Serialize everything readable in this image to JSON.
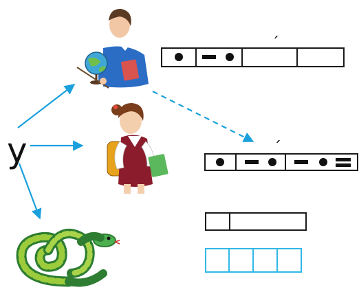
{
  "letter": "у",
  "stress_mark": "´",
  "colors": {
    "arrow": "#1aa0dc",
    "dashed_arrow": "#1aa0dc",
    "box_border": "#1a1a1a",
    "vowel_box": "#2fb8e6"
  },
  "pictures": [
    {
      "name": "teacher",
      "description_icon": "teacher-with-globe-icon"
    },
    {
      "name": "schoolgirl",
      "description_icon": "schoolgirl-with-book-icon"
    },
    {
      "name": "snake",
      "description_icon": "snake-icon"
    }
  ],
  "schemes": {
    "teacher": [
      "dot",
      "dash-dot",
      "empty",
      "empty"
    ],
    "schoolgirl": [
      "dot",
      "dash-dot",
      "dash-dot-equals"
    ],
    "snake_row1": [
      "empty",
      "empty"
    ],
    "snake_row2": [
      "empty",
      "empty",
      "empty",
      "empty"
    ]
  }
}
